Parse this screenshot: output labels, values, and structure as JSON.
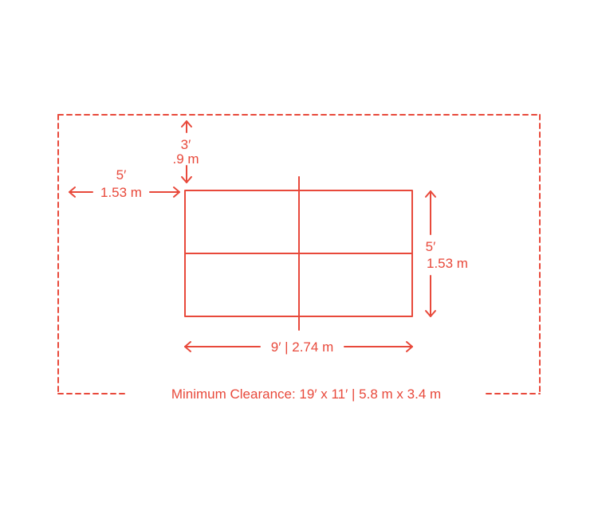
{
  "colors": {
    "accent": "#E8493B",
    "background": "#FFFFFF"
  },
  "dimensions": {
    "top_clearance": {
      "feet": "3′",
      "meters": ".9 m"
    },
    "left_clearance": {
      "feet": "5′",
      "meters": "1.53 m"
    },
    "table_width": {
      "feet": "5′",
      "meters": "1.53 m"
    },
    "table_length": "9′ | 2.74 m"
  },
  "minimum_clearance": "Minimum Clearance: 19′ x 11′ | 5.8 m x 3.4 m"
}
